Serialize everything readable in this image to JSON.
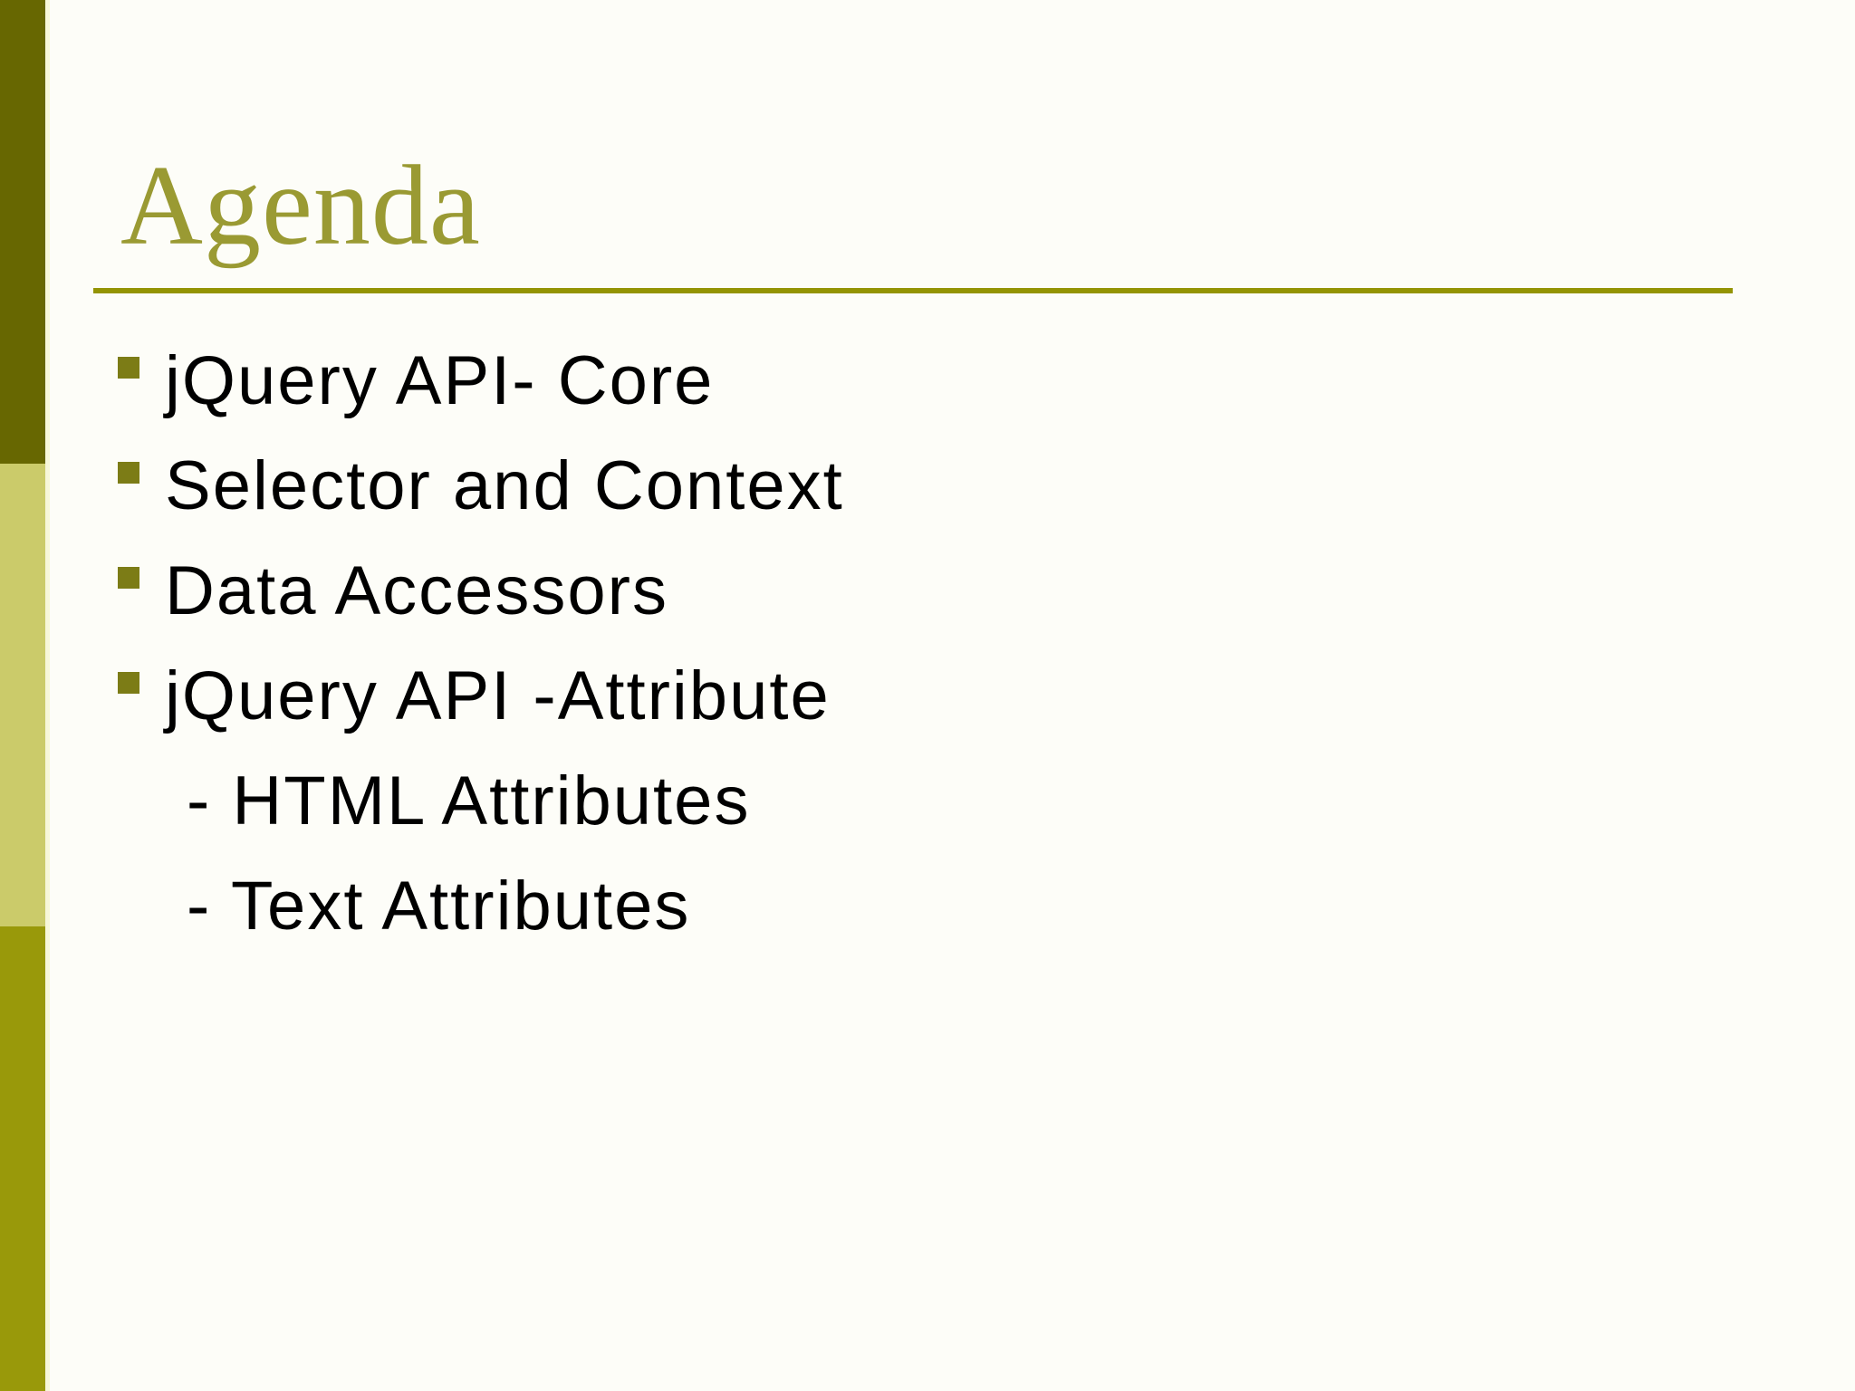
{
  "slide": {
    "title": "Agenda",
    "items": [
      {
        "type": "bullet",
        "text": "jQuery API- Core"
      },
      {
        "type": "bullet",
        "text": "Selector and Context"
      },
      {
        "type": "bullet",
        "text": "Data Accessors"
      },
      {
        "type": "bullet",
        "text": "jQuery API -Attribute"
      },
      {
        "type": "sub",
        "text": "- HTML Attributes"
      },
      {
        "type": "sub",
        "text": "- Text Attributes"
      }
    ]
  },
  "icons": {
    "bullet": "square-bullet-icon"
  },
  "colors": {
    "background": "#fdfdf8",
    "bar_top": "#676701",
    "bar_mid": "#cbcb6a",
    "bar_bottom": "#99990a",
    "bar_edge": "#f7f7d9",
    "title": "#9a9a33",
    "underline": "#949404",
    "bullet_border": "#7c7c16",
    "bullet_fill": "#fefefc",
    "text": "#000000"
  }
}
